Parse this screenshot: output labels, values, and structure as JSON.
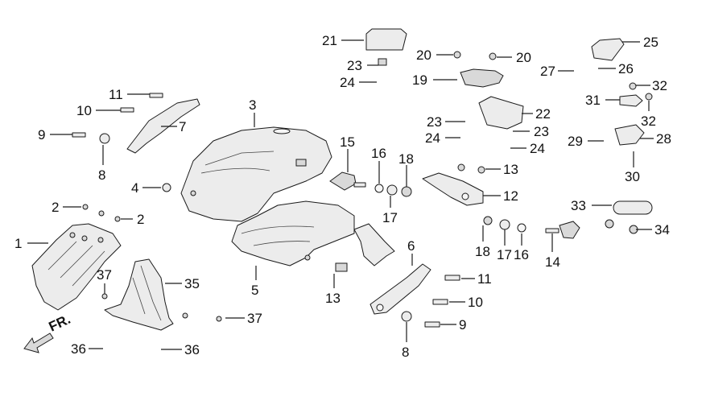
{
  "diagram": {
    "front_label": "FR.",
    "callouts": [
      {
        "id": "c1",
        "label": "1"
      },
      {
        "id": "c2a",
        "label": "2"
      },
      {
        "id": "c2b",
        "label": "2"
      },
      {
        "id": "c3",
        "label": "3"
      },
      {
        "id": "c4",
        "label": "4"
      },
      {
        "id": "c5",
        "label": "5"
      },
      {
        "id": "c6",
        "label": "6"
      },
      {
        "id": "c7",
        "label": "7"
      },
      {
        "id": "c8a",
        "label": "8"
      },
      {
        "id": "c8b",
        "label": "8"
      },
      {
        "id": "c9a",
        "label": "9"
      },
      {
        "id": "c9b",
        "label": "9"
      },
      {
        "id": "c10a",
        "label": "10"
      },
      {
        "id": "c10b",
        "label": "10"
      },
      {
        "id": "c11a",
        "label": "11"
      },
      {
        "id": "c11b",
        "label": "11"
      },
      {
        "id": "c12",
        "label": "12"
      },
      {
        "id": "c13a",
        "label": "13"
      },
      {
        "id": "c13b",
        "label": "13"
      },
      {
        "id": "c14",
        "label": "14"
      },
      {
        "id": "c15",
        "label": "15"
      },
      {
        "id": "c16a",
        "label": "16"
      },
      {
        "id": "c16b",
        "label": "16"
      },
      {
        "id": "c17a",
        "label": "17"
      },
      {
        "id": "c17b",
        "label": "17"
      },
      {
        "id": "c18a",
        "label": "18"
      },
      {
        "id": "c18b",
        "label": "18"
      },
      {
        "id": "c19",
        "label": "19"
      },
      {
        "id": "c20a",
        "label": "20"
      },
      {
        "id": "c20b",
        "label": "20"
      },
      {
        "id": "c21",
        "label": "21"
      },
      {
        "id": "c22",
        "label": "22"
      },
      {
        "id": "c23a",
        "label": "23"
      },
      {
        "id": "c23b",
        "label": "23"
      },
      {
        "id": "c23c",
        "label": "23"
      },
      {
        "id": "c24a",
        "label": "24"
      },
      {
        "id": "c24b",
        "label": "24"
      },
      {
        "id": "c24c",
        "label": "24"
      },
      {
        "id": "c25",
        "label": "25"
      },
      {
        "id": "c26",
        "label": "26"
      },
      {
        "id": "c27",
        "label": "27"
      },
      {
        "id": "c28",
        "label": "28"
      },
      {
        "id": "c29",
        "label": "29"
      },
      {
        "id": "c30",
        "label": "30"
      },
      {
        "id": "c31",
        "label": "31"
      },
      {
        "id": "c32a",
        "label": "32"
      },
      {
        "id": "c32b",
        "label": "32"
      },
      {
        "id": "c33",
        "label": "33"
      },
      {
        "id": "c34",
        "label": "34"
      },
      {
        "id": "c35",
        "label": "35"
      },
      {
        "id": "c36a",
        "label": "36"
      },
      {
        "id": "c36b",
        "label": "36"
      },
      {
        "id": "c37a",
        "label": "37"
      },
      {
        "id": "c37b",
        "label": "37"
      }
    ]
  }
}
